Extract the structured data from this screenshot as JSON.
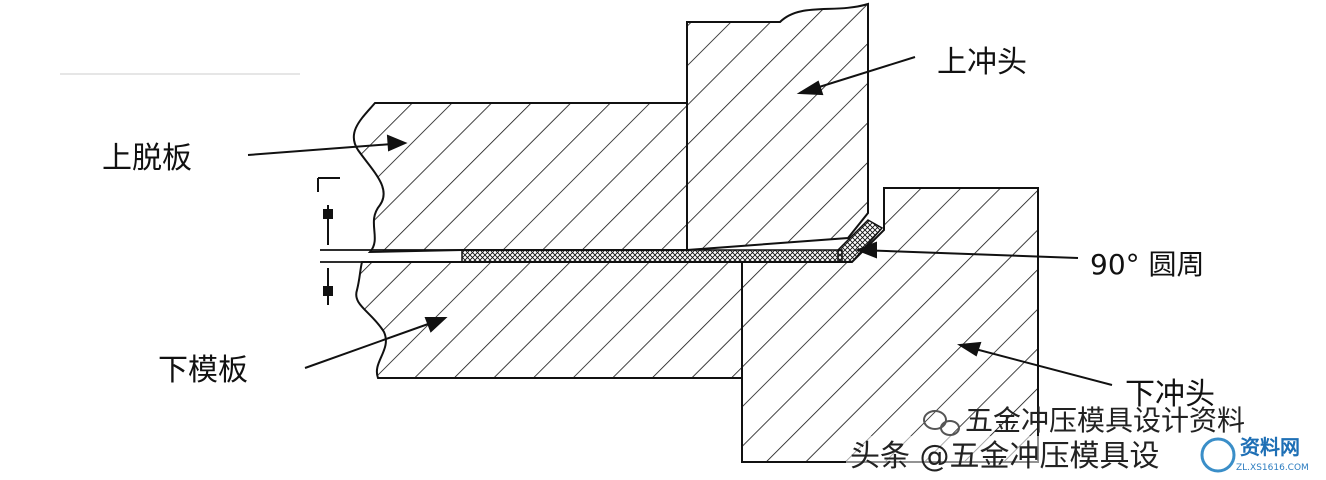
{
  "labels": {
    "upper_punch": "上冲头",
    "upper_stripper": "上脱板",
    "lower_die_plate": "下模板",
    "angle": "90°  圆周",
    "lower_punch": "下冲头"
  },
  "watermarks": {
    "wechat": "五金冲压模具设计资料",
    "toutiao": "头条 @五金冲压模具设",
    "logo_text": "资料网",
    "logo_url": "ZL.XS1616.COM"
  },
  "colors": {
    "line": "#111111",
    "hatch": "#111111",
    "background": "#ffffff"
  }
}
